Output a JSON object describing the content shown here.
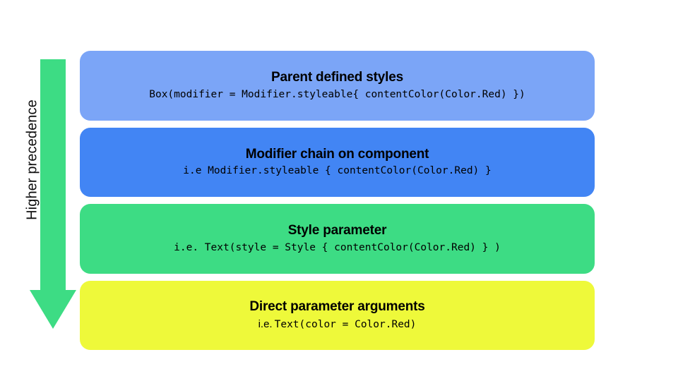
{
  "diagram": {
    "type": "precedence-stack",
    "background_color": "#ffffff",
    "axis_label": "Higher precedence",
    "arrow": {
      "name": "downward-arrow",
      "color": "#3DDC84",
      "direction": "down"
    },
    "levels": [
      {
        "title": "Parent defined styles",
        "code": "Box(modifier = Modifier.styleable{ contentColor(Color.Red) })",
        "code_style": "mono",
        "color": "#7BA5F7"
      },
      {
        "title": "Modifier chain on component",
        "code": "i.e Modifier.styleable { contentColor(Color.Red) }",
        "code_style": "mono",
        "color": "#4285F4"
      },
      {
        "title": "Style parameter",
        "code": "i.e. Text(style = Style { contentColor(Color.Red) } )",
        "code_style": "mono",
        "color": "#3DDC84"
      },
      {
        "title": "Direct parameter arguments",
        "code_prefix": "i.e. ",
        "code": "Text(color = Color.Red)",
        "code_style": "mixed",
        "color": "#EEF93A"
      }
    ]
  }
}
